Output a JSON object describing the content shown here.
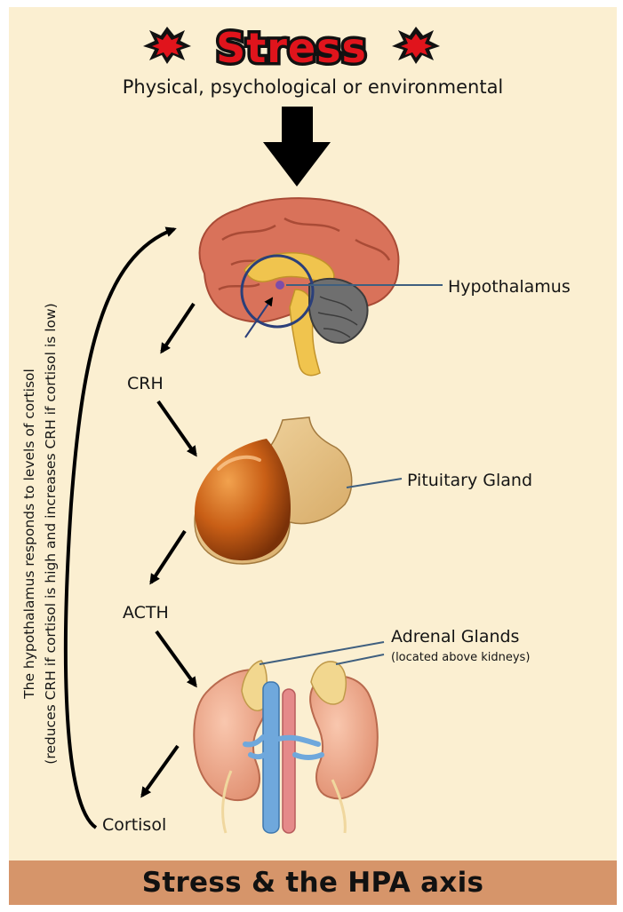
{
  "header": {
    "title": "Stress",
    "subtitle": "Physical, psychological or environmental"
  },
  "labels": {
    "hypothalamus": "Hypothalamus",
    "pituitary": "Pituitary Gland",
    "adrenal": "Adrenal Glands",
    "adrenal_note": "(located above kidneys)",
    "crh": "CRH",
    "acth": "ACTH",
    "cortisol": "Cortisol"
  },
  "feedback_note": {
    "line1": "The hypothalamus responds to levels of cortisol",
    "line2": "(reduces CRH if cortisol is high and increases CRH if cortisol is low)"
  },
  "footer": {
    "title": "Stress & the HPA axis"
  },
  "colors": {
    "background": "#fbefd1",
    "footer_band": "#d6956a",
    "title_red": "#e0141c",
    "arrow": "#000000",
    "brain": "#d9725a",
    "pituitary_dark": "#c25a1a",
    "pituitary_light": "#e8c187",
    "kidney": "#f0a98a",
    "vein": "#6fa8dc",
    "artery": "#e58a8a"
  },
  "icons": [
    "starburst-icon",
    "down-arrow-icon"
  ]
}
